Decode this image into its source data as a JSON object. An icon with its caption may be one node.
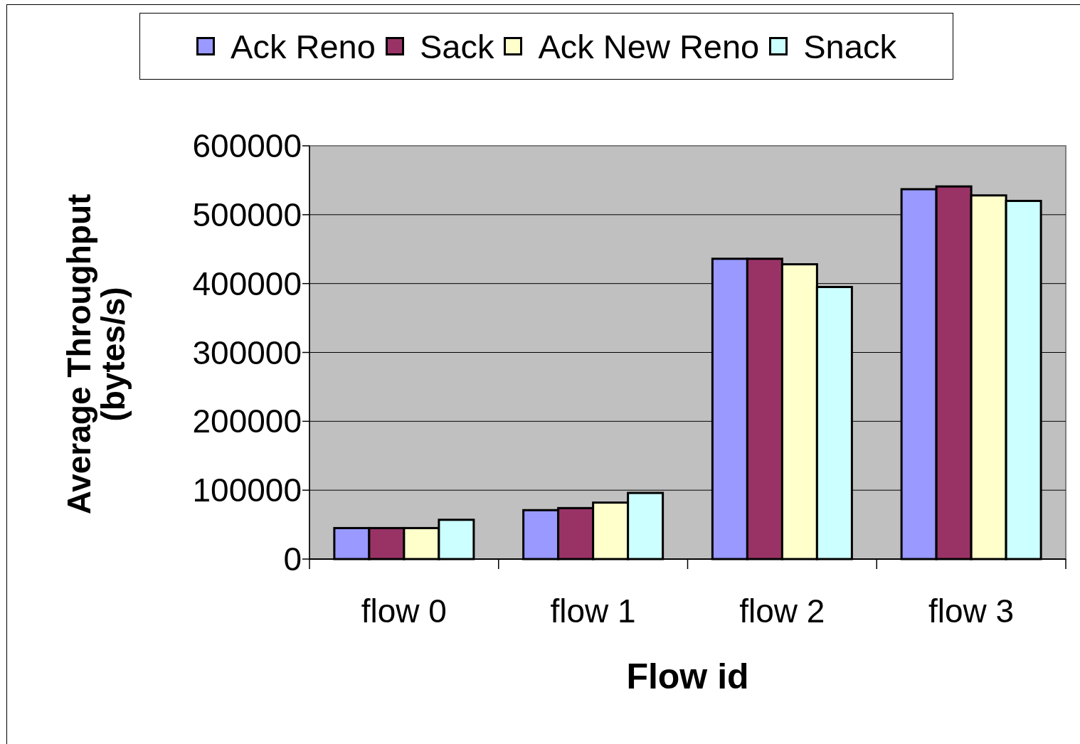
{
  "diagram": {
    "chart_data": {
      "type": "bar",
      "xlabel": "Flow id",
      "ylabel": "Average Throughput (bytes/s)",
      "categories": [
        "flow 0",
        "flow 1",
        "flow 2",
        "flow 3"
      ],
      "series": [
        {
          "name": "Ack Reno",
          "color": "#9999ff",
          "values": [
            45000,
            71000,
            436000,
            537000
          ]
        },
        {
          "name": "Sack",
          "color": "#993366",
          "values": [
            45000,
            74000,
            436000,
            541000
          ]
        },
        {
          "name": "Ack New Reno",
          "color": "#ffffcc",
          "values": [
            45000,
            82000,
            428000,
            528000
          ]
        },
        {
          "name": "Snack",
          "color": "#ccffff",
          "values": [
            57000,
            96000,
            395000,
            520000
          ]
        }
      ],
      "legend": "top",
      "grid": true,
      "ylim": [
        0,
        600000
      ],
      "yticks": [
        0,
        100000,
        200000,
        300000,
        400000,
        500000,
        600000
      ]
    }
  }
}
